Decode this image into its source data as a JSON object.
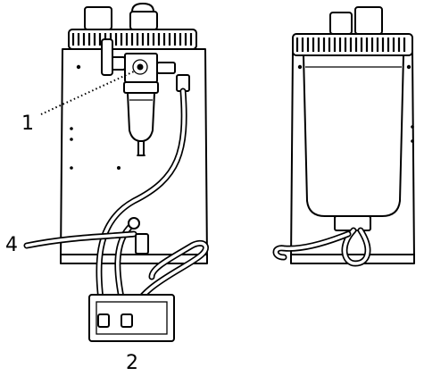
{
  "callouts": [
    {
      "id": "1",
      "label": "1"
    },
    {
      "id": "2",
      "label": "2"
    },
    {
      "id": "4",
      "label": "4"
    }
  ],
  "colors": {
    "ink": "#000000",
    "paper": "#ffffff"
  }
}
